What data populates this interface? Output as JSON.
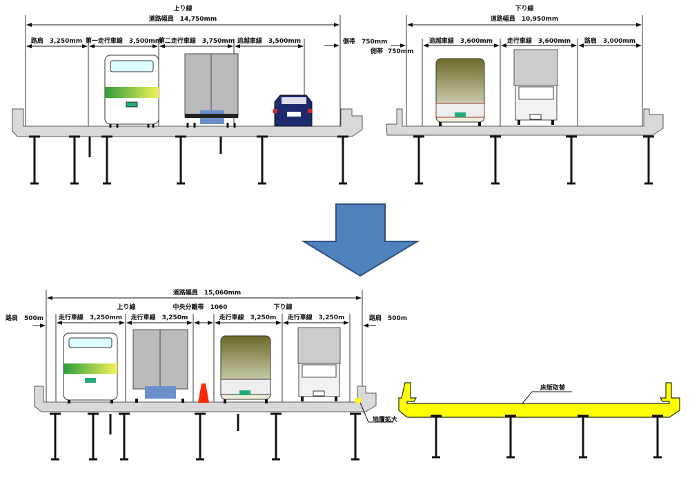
{
  "before": {
    "up": {
      "title": "上り線",
      "total": "道路幅員　14,750mm",
      "lanes": [
        "路肩　3,250mm",
        "第一走行車線　3,500mm",
        "第二走行車線　3,750mm",
        "追越車線　3,500mm"
      ],
      "side_strip": "側帯　750mm"
    },
    "down": {
      "title": "下り線",
      "total": "道路幅員　10,950mm",
      "side_strip_label": "側帯",
      "side_strip_value": "750mm",
      "lanes": [
        "追越車線　3,600mm",
        "走行車線　3,600mm",
        "路肩　3,000mm"
      ]
    }
  },
  "arrow_color": "#4f81bd",
  "after": {
    "total": "道路幅員　15,060mm",
    "up_title": "上り線",
    "median": "中央分離帯　1060",
    "down_title": "下り線",
    "shoulder_left": "路肩　500m",
    "shoulder_right": "路肩　500m",
    "lanes": [
      "走行車線　3,250mm",
      "走行車線　3,250m",
      "走行車線　3,250m",
      "走行車線　3,250m"
    ],
    "curb_note": "地覆拡大",
    "slab_note": "床版取替",
    "slab_color": "#ffff00"
  }
}
